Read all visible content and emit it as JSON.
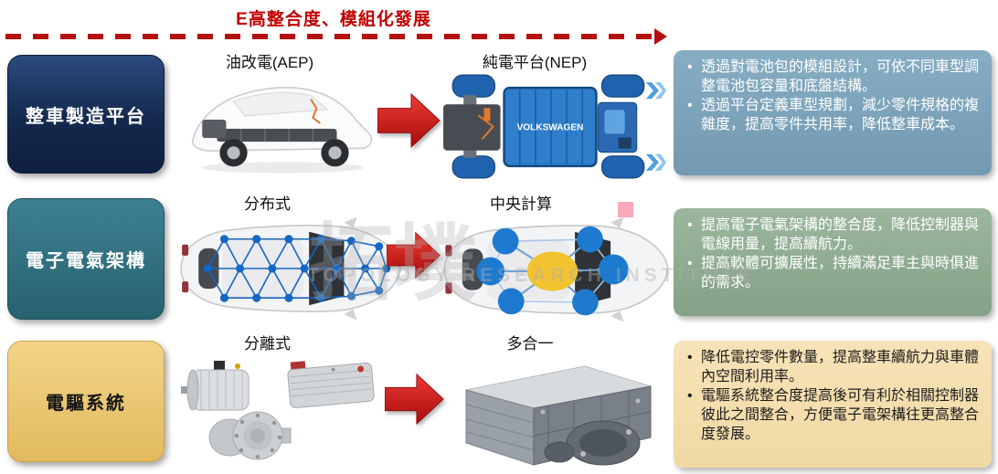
{
  "header": {
    "title": "E高整合度、模組化發展"
  },
  "watermark": {
    "cjk": "拓墣",
    "latin": "TOPOLOGY RESEARCH INSTITUTE"
  },
  "rows": [
    {
      "label": "整車製造平台",
      "before_caption": "油改電(AEP)",
      "after_caption": "純電平台(NEP)",
      "bullets": [
        "透過對電池包的模組設計，可依不同車型調整電池包容量和底盤結構。",
        "透過平台定義車型規劃，減少零件規格的複雜度，提高零件共用率，降低整車成本。"
      ]
    },
    {
      "label": "電子電氣架構",
      "before_caption": "分布式",
      "after_caption": "中央計算",
      "bullets": [
        "提高電子電氣架構的整合度，降低控制器與電線用量，提高續航力。",
        "提高軟體可擴展性，持續滿足車主與時俱進的需求。"
      ]
    },
    {
      "label": "電驅系統",
      "before_caption": "分離式",
      "after_caption": "多合一",
      "bullets": [
        "降低電控零件數量，提高整車續航力與車體內空間利用率。",
        "電驅系統整合度提高後可有利於相關控制器彼此之間整合，方便電子電架構往更高整合度發展。"
      ]
    }
  ],
  "images": {
    "platform_brand": "VOLKSWAGEN"
  },
  "colors": {
    "title_red": "#C00000",
    "arrow_red": "#CC1111",
    "row1_label_bg": "#1F3864",
    "row2_label_bg": "#2E6F80",
    "row3_label_bg": "#EACB77",
    "note1_bg": "#7FA7BD",
    "note2_bg": "#93B096",
    "note3_bg": "#F5E0B2",
    "pink_marker": "#F9A9BC"
  }
}
